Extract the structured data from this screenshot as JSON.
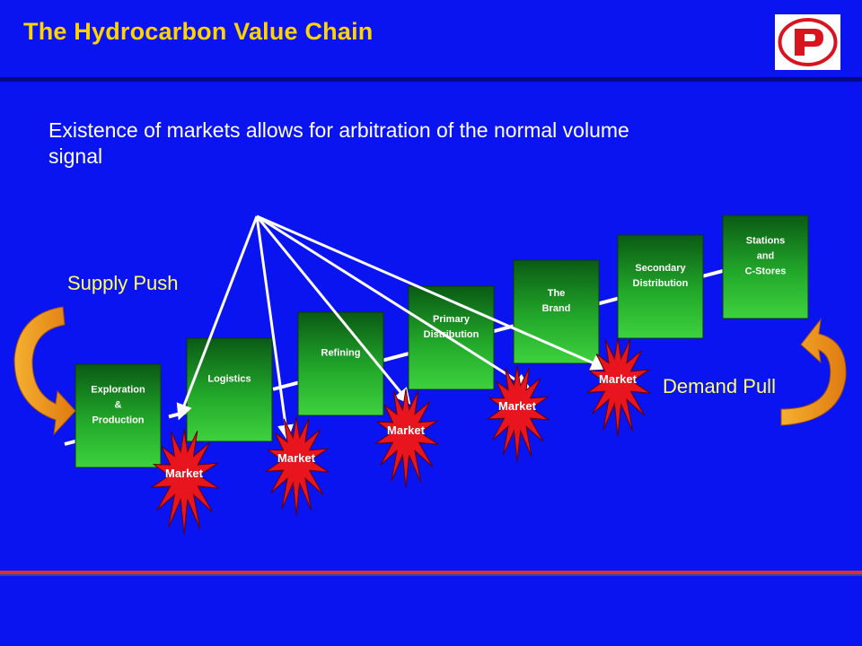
{
  "header": {
    "title": "The Hydrocarbon Value Chain"
  },
  "body": {
    "subtitle": "Existence of markets allows for arbitration of the normal volume signal",
    "supply_label": "Supply Push",
    "demand_label": "Demand Pull"
  },
  "stages": [
    {
      "id": "exploration",
      "lines": [
        "Exploration",
        "&",
        "Production"
      ]
    },
    {
      "id": "logistics",
      "lines": [
        "Logistics"
      ]
    },
    {
      "id": "refining",
      "lines": [
        "Refining"
      ]
    },
    {
      "id": "primary-distribution",
      "lines": [
        "Primary",
        "Distribution"
      ]
    },
    {
      "id": "the-brand",
      "lines": [
        "The",
        "Brand"
      ]
    },
    {
      "id": "secondary-distribution",
      "lines": [
        "Secondary",
        "Distribution"
      ]
    },
    {
      "id": "stations",
      "lines": [
        "Stations",
        "and",
        "C-Stores"
      ]
    }
  ],
  "market_label": "Market",
  "markets_count_shown": 5,
  "colors": {
    "background": "#0a14f0",
    "title": "#ffd400",
    "accent_label": "#ffff66",
    "box_top": "#0a5a14",
    "box_bottom": "#3ed23e",
    "market_star": "#e8141e",
    "arrow_orange": "#f08c14",
    "logo_red": "#d8141e"
  }
}
